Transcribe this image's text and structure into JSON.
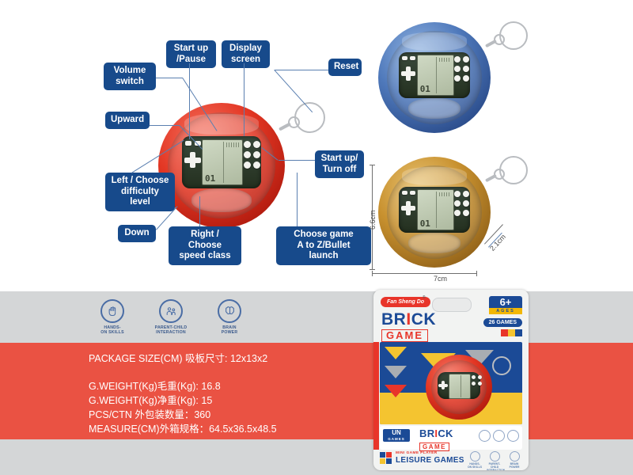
{
  "colors": {
    "callout_bg": "#174a8b",
    "banner_red": "#ea5243",
    "band_grey": "#d4d6d7",
    "brand_blue": "#1b4a96",
    "brand_red": "#e8352a",
    "accent_yellow": "#f2b705"
  },
  "callouts": [
    {
      "id": "volume-switch",
      "text": "Volume\nswitch"
    },
    {
      "id": "start-pause",
      "text": "Start up\n/Pause"
    },
    {
      "id": "display-screen",
      "text": "Display\nscreen"
    },
    {
      "id": "reset",
      "text": "Reset"
    },
    {
      "id": "upward",
      "text": "Upward"
    },
    {
      "id": "start-turn-off",
      "text": "Start up/\nTurn off"
    },
    {
      "id": "left-difficulty",
      "text": "Left / Choose\ndifficulty level"
    },
    {
      "id": "down",
      "text": "Down"
    },
    {
      "id": "right-speed",
      "text": "Right / Choose\nspeed class"
    },
    {
      "id": "choose-game",
      "text": "Choose game\nA to Z/Bullet launch"
    }
  ],
  "products": [
    {
      "id": "red-unit",
      "color_name": "red",
      "lcd_value": "01"
    },
    {
      "id": "blue-unit",
      "color_name": "blue",
      "lcd_value": "01"
    },
    {
      "id": "gold-unit",
      "color_name": "gold",
      "lcd_value": "01"
    }
  ],
  "dimensions": {
    "height": "6.6cm",
    "width": "7cm",
    "depth": "2.1cm"
  },
  "features": [
    {
      "icon": "hand-icon",
      "label": "HANDS-\nON SKILLS"
    },
    {
      "icon": "family-icon",
      "label": "PARENT-CHILD\nINTERACTION"
    },
    {
      "icon": "brain-icon",
      "label": "BRAIN\nPOWER"
    }
  ],
  "specs": {
    "package_size": "PACKAGE SIZE(CM) 吸板尺寸: 12x13x2",
    "rows": [
      "G.WEIGHT(Kg)毛重(Kg): 16.8",
      "G.WEIGHT(Kg)净重(Kg): 15",
      "PCS/CTN 外包装数量：360",
      "MEASURE(CM)外箱规格：64.5x36.5x48.5"
    ]
  },
  "package": {
    "brand": "Fan Sheng Do",
    "brand_mark": "®",
    "title_pre": "BR",
    "title_i": "I",
    "title_post": "CK",
    "title_sub": "GAME",
    "age_number": "6+",
    "age_label": "AGES",
    "games_count": "26 GAMES",
    "fun_logo_top": "UN",
    "fun_logo_bottom": "GAMES",
    "footer_small": "MINI GAME PLAYER",
    "footer_big": "LEISURE GAMES",
    "footer_icons": [
      {
        "label": "HANDS-\nON SKILLS"
      },
      {
        "label": "PARENT-CHILD\nINTERACTION"
      },
      {
        "label": "BRAIN\nPOWER"
      }
    ]
  }
}
